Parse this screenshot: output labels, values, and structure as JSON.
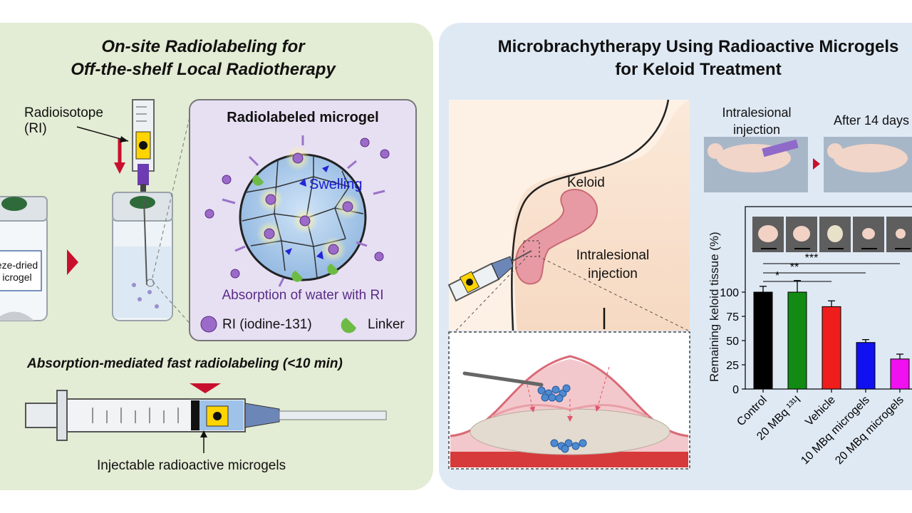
{
  "left": {
    "title_line1": "On-site Radiolabeling for",
    "title_line2": "Off-the-shelf Local Radiotherapy",
    "radioisotope_line1": "Radioisotope",
    "radioisotope_line2": "(RI)",
    "vial_label_line1": "eze-dried",
    "vial_label_line2": "icrogel",
    "inset_title": "Radiolabeled microgel",
    "swelling": "Swelling",
    "absorption": "Absorption of water with RI",
    "legend_ri": "RI (iodine-131)",
    "legend_linker": "Linker",
    "subtitle": "Absorption-mediated fast radiolabeling (<10 min)",
    "injectable": "Injectable radioactive microgels"
  },
  "right": {
    "title_line1": "Microbrachytherapy Using Radioactive Microgels",
    "title_line2": "for Keloid Treatment",
    "keloid": "Keloid",
    "intralesional_line1": "Intralesional",
    "intralesional_line2": "injection",
    "photo_label1_line1": "Intralesional",
    "photo_label1_line2": "injection",
    "photo_label2": "After 14 days"
  },
  "chart_data": {
    "type": "bar",
    "categories": [
      "Control",
      "20 MBq ¹³¹I",
      "Vehicle",
      "10 MBq microgels",
      "20 MBq microgels"
    ],
    "values": [
      100,
      100,
      85,
      48,
      31
    ],
    "errors": [
      6,
      12,
      6,
      3,
      5
    ],
    "colors": [
      "#000000",
      "#138a13",
      "#f01d1d",
      "#1010f0",
      "#f010f0"
    ],
    "ylabel": "Remaining keloid tissue (%)",
    "ylim": [
      0,
      125
    ],
    "yticks": [
      0,
      25,
      50,
      75,
      100
    ],
    "significance": [
      "*",
      "**",
      "***"
    ]
  }
}
